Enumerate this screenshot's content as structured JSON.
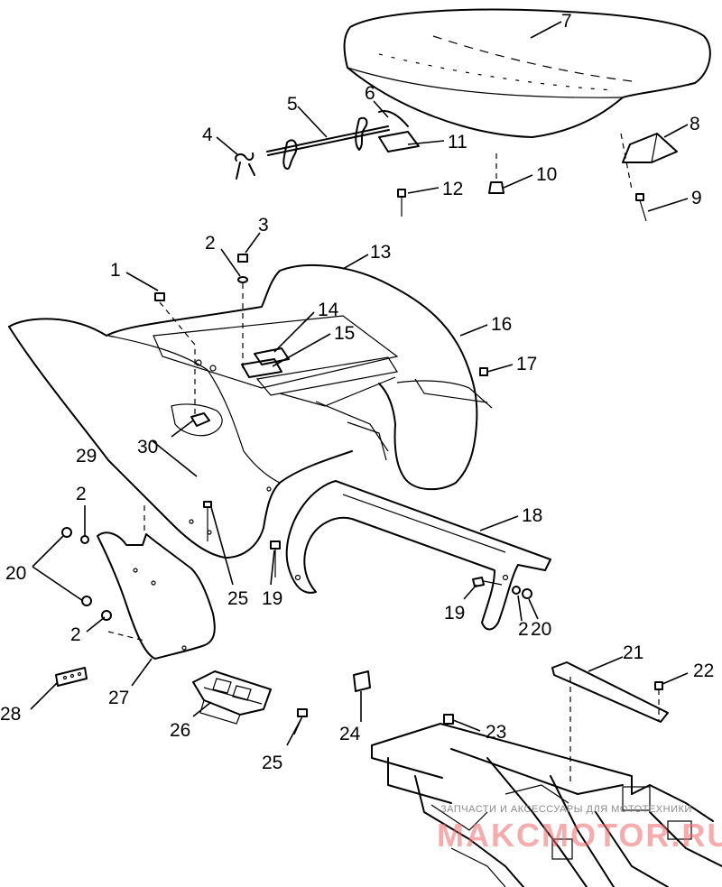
{
  "callouts": [
    {
      "id": "c1",
      "text": "1"
    },
    {
      "id": "c2a",
      "text": "2"
    },
    {
      "id": "c2b",
      "text": "2"
    },
    {
      "id": "c2c",
      "text": "2"
    },
    {
      "id": "c2d",
      "text": "2"
    },
    {
      "id": "c3",
      "text": "3"
    },
    {
      "id": "c4",
      "text": "4"
    },
    {
      "id": "c5",
      "text": "5"
    },
    {
      "id": "c6",
      "text": "6"
    },
    {
      "id": "c7",
      "text": "7"
    },
    {
      "id": "c8",
      "text": "8"
    },
    {
      "id": "c9",
      "text": "9"
    },
    {
      "id": "c10",
      "text": "10"
    },
    {
      "id": "c11",
      "text": "11"
    },
    {
      "id": "c12",
      "text": "12"
    },
    {
      "id": "c13",
      "text": "13"
    },
    {
      "id": "c14",
      "text": "14"
    },
    {
      "id": "c15",
      "text": "15"
    },
    {
      "id": "c16",
      "text": "16"
    },
    {
      "id": "c17",
      "text": "17"
    },
    {
      "id": "c18",
      "text": "18"
    },
    {
      "id": "c19a",
      "text": "19"
    },
    {
      "id": "c19b",
      "text": "19"
    },
    {
      "id": "c20a",
      "text": "20"
    },
    {
      "id": "c20b",
      "text": "20"
    },
    {
      "id": "c21",
      "text": "21"
    },
    {
      "id": "c22",
      "text": "22"
    },
    {
      "id": "c23",
      "text": "23"
    },
    {
      "id": "c24",
      "text": "24"
    },
    {
      "id": "c25a",
      "text": "25"
    },
    {
      "id": "c25b",
      "text": "25"
    },
    {
      "id": "c26",
      "text": "26"
    },
    {
      "id": "c27",
      "text": "27"
    },
    {
      "id": "c28",
      "text": "28"
    },
    {
      "id": "c29",
      "text": "29"
    },
    {
      "id": "c30",
      "text": "30"
    }
  ],
  "watermark": {
    "small_text": "ЗАПЧАСТИ И АКСЕССУАРЫ ДЛЯ МОТОТЕХНИКИ",
    "big_text": "MAKCMOTOR.RU"
  }
}
